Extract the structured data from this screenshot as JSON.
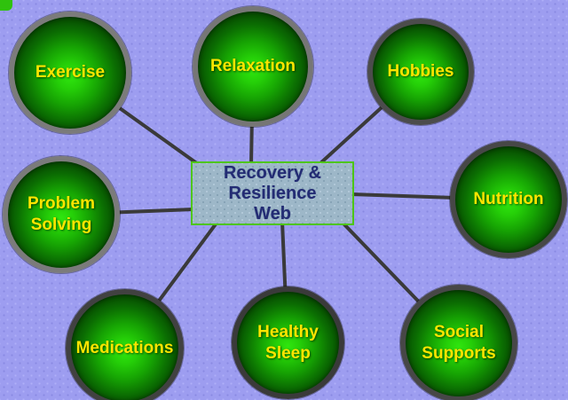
{
  "diagram": {
    "type": "mind-map",
    "title": "Recovery & Resilience Web",
    "center_box": {
      "label": "Recovery &\nResilience\nWeb",
      "fill": "#9db7c8",
      "border_color": "#4ec517",
      "text_color": "#232c74"
    },
    "nodes": [
      {
        "id": "exercise",
        "label": "Exercise",
        "ring_color": "#7b7b7b"
      },
      {
        "id": "relaxation",
        "label": "Relaxation",
        "ring_color": "#767676"
      },
      {
        "id": "hobbies",
        "label": "Hobbies",
        "ring_color": "#4c4c4c"
      },
      {
        "id": "nutrition",
        "label": "Nutrition",
        "ring_color": "#474747"
      },
      {
        "id": "problem-solving",
        "label": "Problem\nSolving",
        "ring_color": "#7b7b7b"
      },
      {
        "id": "medications",
        "label": "Medications",
        "ring_color": "#414141"
      },
      {
        "id": "healthy-sleep",
        "label": "Healthy\nSleep",
        "ring_color": "#3a3a3a"
      },
      {
        "id": "social-supports",
        "label": "Social\nSupports",
        "ring_color": "#474747"
      }
    ],
    "colors": {
      "background": "#9d9df0",
      "node_text": "#ffe500",
      "node_gradient_center": "#2fe60f",
      "node_gradient_edge": "#031c00",
      "connector": "#3a3a3a"
    }
  }
}
